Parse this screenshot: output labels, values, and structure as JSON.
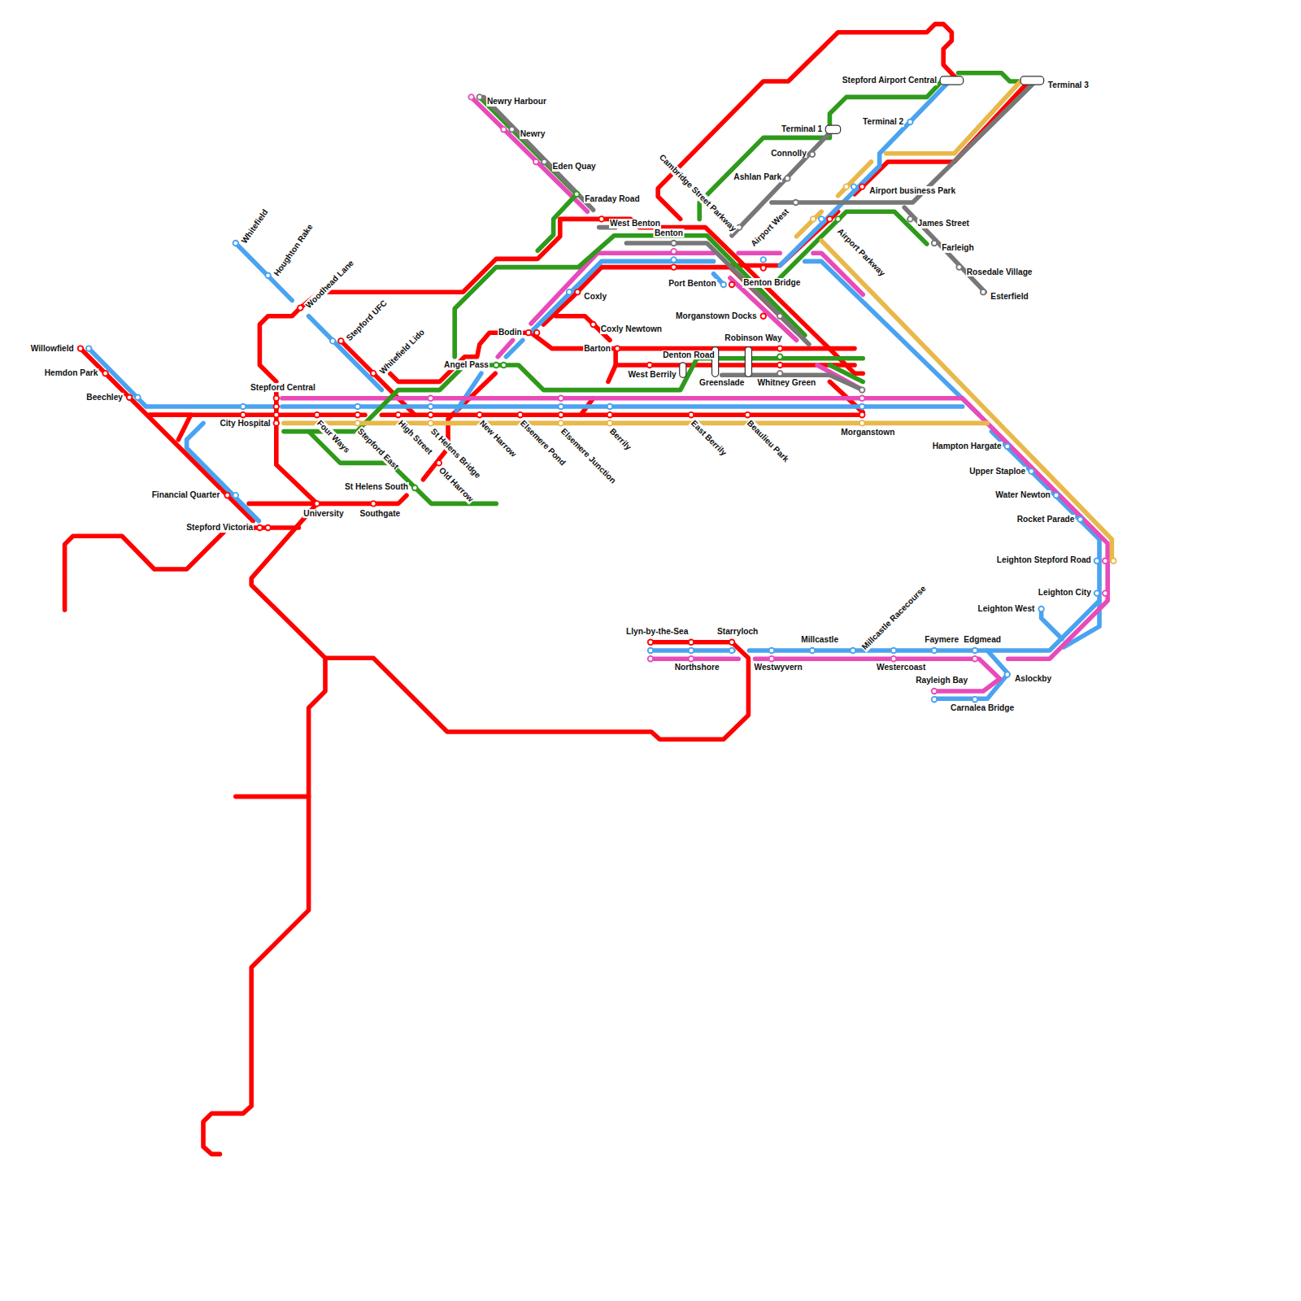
{
  "diagram": {
    "labels": [
      "Newry Harbour",
      "Newry",
      "Eden Quay",
      "Faraday Road",
      "West Benton",
      "Benton",
      "Cambridge Street Parkway",
      "Stepford Airport Central",
      "Terminal 3",
      "Terminal 1",
      "Terminal 2",
      "Connolly",
      "Ashlan Park",
      "Airport business Park",
      "Airport West",
      "Airport Parkway",
      "James Street",
      "Farleigh",
      "Rosedale Village",
      "Esterfield",
      "Port Benton",
      "Benton Bridge",
      "Coxly",
      "Coxly Newtown",
      "Morganstown Docks",
      "Robinson Way",
      "Bodin",
      "Barton",
      "Denton Road",
      "West Berrily",
      "Greenslade",
      "Whitney Green",
      "Angel Pass",
      "Willowfield",
      "Hemdon Park",
      "Beechley",
      "Stepford Central",
      "City Hospital",
      "Whitefield",
      "Houghton Rake",
      "Woodhead Lane",
      "Stepford UFC",
      "Whitefield Lido",
      "Four Ways",
      "Stepford East",
      "High Street",
      "St Helens Bridge",
      "New Harrow",
      "Elsemere Pond",
      "Elsemere Junction",
      "Berrily",
      "East Berrily",
      "Beaulieu Park",
      "Morganstown",
      "Old Harrow",
      "St Helens South",
      "University",
      "Southgate",
      "Financial Quarter",
      "Stepford Victoria",
      "Hampton Hargate",
      "Upper Staploe",
      "Water Newton",
      "Rocket Parade",
      "Leighton Stepford Road",
      "Leighton City",
      "Leighton West",
      "Llyn-by-the-Sea",
      "Starryloch",
      "Millcastle",
      "Millcastle Racecourse",
      "Faymere",
      "Edgmead",
      "Northshore",
      "Westwyvern",
      "Westercoast",
      "Rayleigh Bay",
      "Aslockby",
      "Carnalea Bridge"
    ]
  }
}
